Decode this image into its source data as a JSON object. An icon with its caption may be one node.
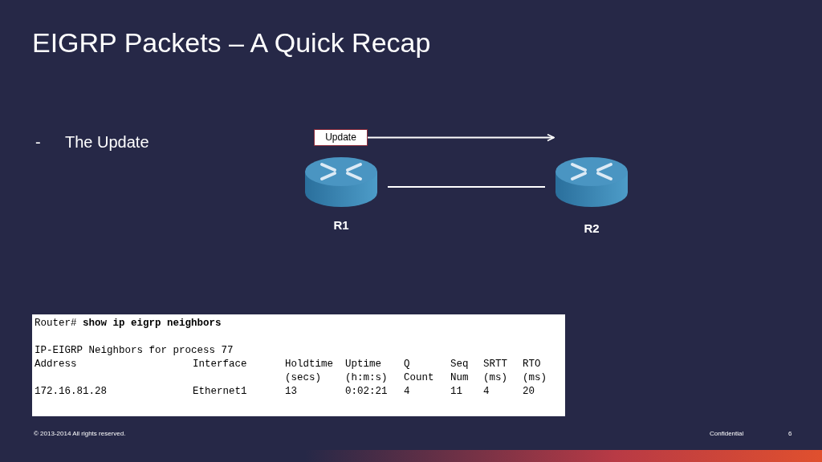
{
  "diagram": {
    "title": "EIGRP Packets – A Quick Recap",
    "nodes": [
      {
        "text": [
          "Update"
        ]
      },
      {
        "text": [
          "R1"
        ]
      },
      {
        "text": [
          "R2"
        ]
      }
    ],
    "edges": [
      {
        "from": 0,
        "to": 2,
        "arrow": "to"
      },
      {
        "from": 1,
        "to": 2,
        "arrow": "none"
      }
    ],
    "labels": [
      "-",
      "The Update",
      "Router# **show ip eigrp neighbors**",
      "IP-EIGRP Neighbors for process 77",
      "Address",
      "Interface",
      "Holdtime",
      "Uptime",
      "Q",
      "Seq",
      "SRTT",
      "RTO",
      "(secs)",
      "(h:m:s)",
      "Count",
      "Num",
      "(ms)",
      "(ms)",
      "172.16.81.28",
      "Ethernet1",
      "13",
      "0:02:21",
      "4",
      "11",
      "4",
      "20",
      "© 2013-2014 All rights reserved.",
      "Confidential",
      "6"
    ]
  }
}
